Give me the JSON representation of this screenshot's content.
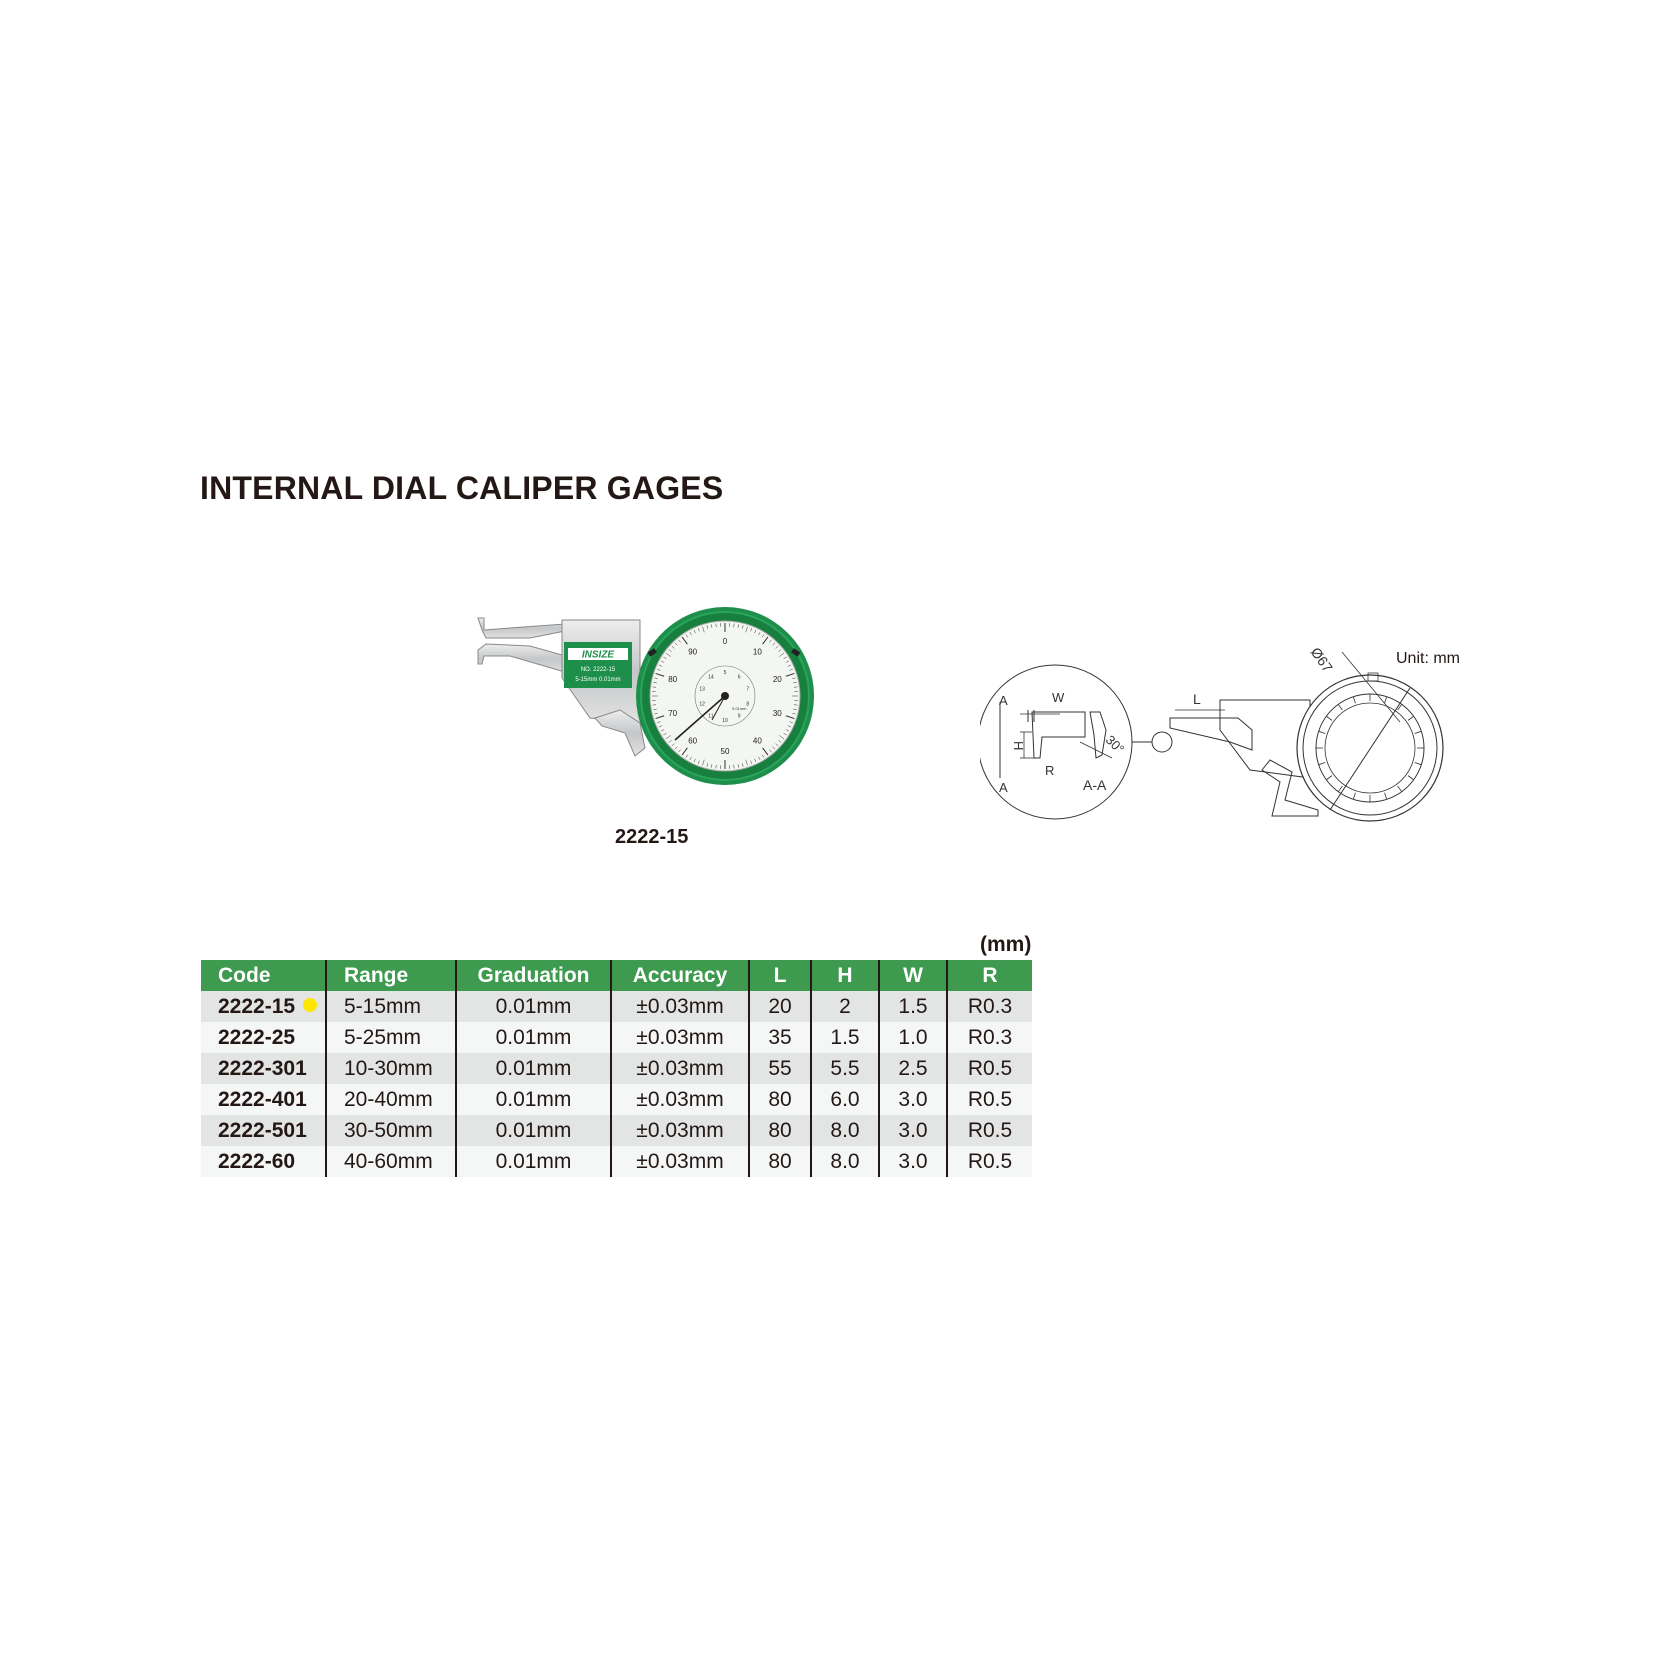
{
  "title": "INTERNAL DIAL CALIPER GAGES",
  "photo": {
    "caption": "2222-15",
    "brand": "INSIZE",
    "plate_no": "NO. 2222-15",
    "plate_spec": "5-15mm  0.01mm",
    "dial_outer_numbers": [
      "0",
      "10",
      "20",
      "30",
      "40",
      "50",
      "60",
      "70",
      "80",
      "90"
    ],
    "dial_inner_numbers": [
      "5",
      "6",
      "7",
      "8",
      "9",
      "10",
      "11",
      "12",
      "13",
      "14"
    ],
    "dial_center_text": "0.01mm"
  },
  "drawing": {
    "unit_label": "Unit: mm",
    "labels": {
      "a_top": "A",
      "a_bottom": "A",
      "w": "W",
      "h": "H",
      "r": "R",
      "section": "A-A",
      "angle": "30°",
      "l": "L",
      "diameter": "Ø67"
    }
  },
  "table": {
    "unit": "(mm)",
    "headers": [
      "Code",
      "Range",
      "Graduation",
      "Accuracy",
      "L",
      "H",
      "W",
      "R"
    ],
    "rows": [
      {
        "code": "2222-15",
        "range": "5-15mm",
        "graduation": "0.01mm",
        "accuracy": "±0.03mm",
        "L": "20",
        "H": "2",
        "W": "1.5",
        "R": "R0.3"
      },
      {
        "code": "2222-25",
        "range": "5-25mm",
        "graduation": "0.01mm",
        "accuracy": "±0.03mm",
        "L": "35",
        "H": "1.5",
        "W": "1.0",
        "R": "R0.3"
      },
      {
        "code": "2222-301",
        "range": "10-30mm",
        "graduation": "0.01mm",
        "accuracy": "±0.03mm",
        "L": "55",
        "H": "5.5",
        "W": "2.5",
        "R": "R0.5"
      },
      {
        "code": "2222-401",
        "range": "20-40mm",
        "graduation": "0.01mm",
        "accuracy": "±0.03mm",
        "L": "80",
        "H": "6.0",
        "W": "3.0",
        "R": "R0.5"
      },
      {
        "code": "2222-501",
        "range": "30-50mm",
        "graduation": "0.01mm",
        "accuracy": "±0.03mm",
        "L": "80",
        "H": "8.0",
        "W": "3.0",
        "R": "R0.5"
      },
      {
        "code": "2222-60",
        "range": "40-60mm",
        "graduation": "0.01mm",
        "accuracy": "±0.03mm",
        "L": "80",
        "H": "8.0",
        "W": "3.0",
        "R": "R0.5"
      }
    ]
  },
  "colors": {
    "header_green": "#3e9a4e",
    "highlight_dot": "#ffe600",
    "dial_ring": "#1e8f4a"
  }
}
